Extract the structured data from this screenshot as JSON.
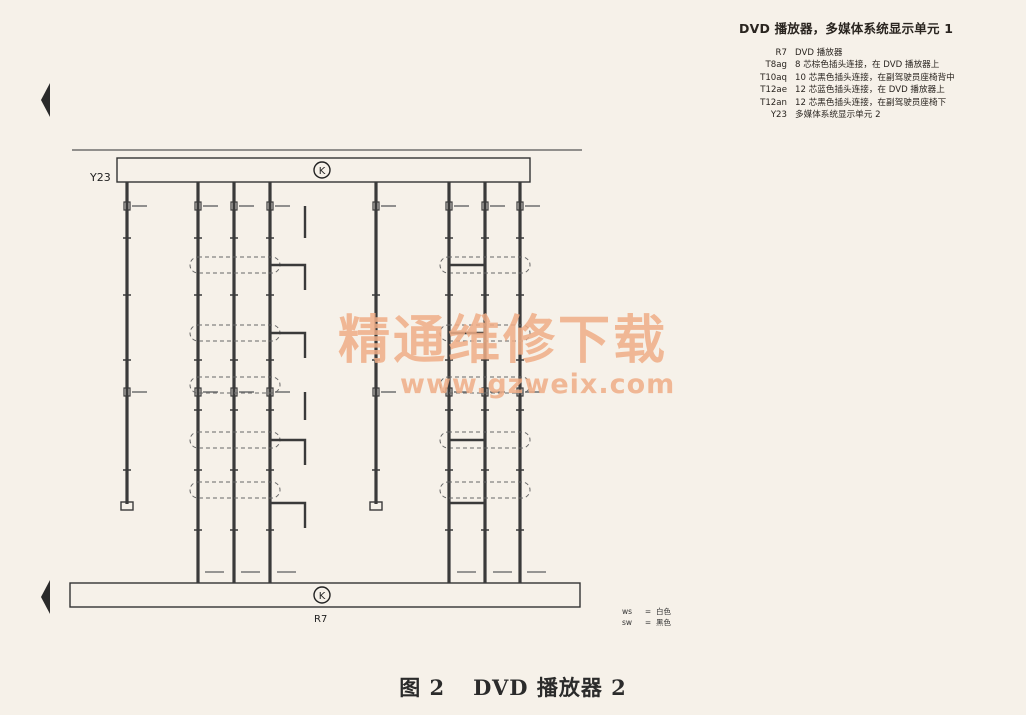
{
  "legend": {
    "title": "DVD 播放器，多媒体系统显示单元 1",
    "entries": [
      {
        "code": "R7",
        "desc": "DVD 播放器"
      },
      {
        "code": "T8ag",
        "desc": "8 芯棕色插头连接，在 DVD 播放器上"
      },
      {
        "code": "T10aq",
        "desc": "10 芯黑色插头连接，在副驾驶员座椅背中"
      },
      {
        "code": "T12ae",
        "desc": "12 芯蓝色插头连接，在 DVD 播放器上"
      },
      {
        "code": "T12an",
        "desc": "12 芯黑色插头连接，在副驾驶员座椅下"
      },
      {
        "code": "Y23",
        "desc": "多媒体系统显示单元 2"
      }
    ]
  },
  "diagram": {
    "top_component": "Y23",
    "bottom_component": "R7",
    "circle_symbol": "K"
  },
  "color_key": [
    {
      "code": "ws",
      "meaning": "白色"
    },
    {
      "code": "sw",
      "meaning": "黑色"
    }
  ],
  "watermark": {
    "text_cn": "精通维修下载",
    "url": "www.gzweix.com"
  },
  "caption": {
    "figure": "图 2",
    "title": "DVD 播放器 2"
  }
}
